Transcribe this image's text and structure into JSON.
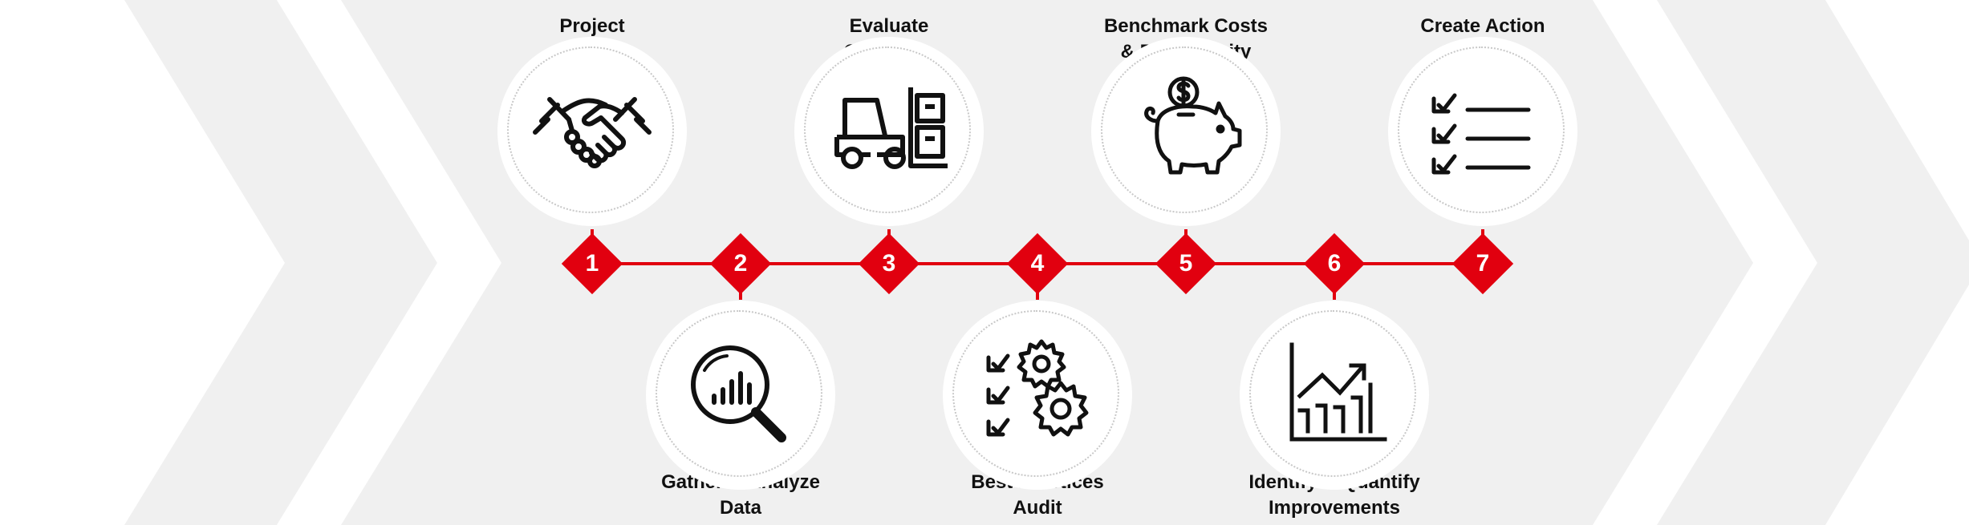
{
  "colors": {
    "accent": "#e1000f",
    "chevron": "#f0f0f0",
    "text": "#111111"
  },
  "steps": [
    {
      "number": "1",
      "title_lines": [
        "Project",
        "Kickoff"
      ],
      "icon": "handshake-icon"
    },
    {
      "number": "2",
      "title_lines": [
        "Gather & Analyze",
        "Data"
      ],
      "icon": "magnifier-chart-icon"
    },
    {
      "number": "3",
      "title_lines": [
        "Evaluate",
        "Operation"
      ],
      "icon": "forklift-icon"
    },
    {
      "number": "4",
      "title_lines": [
        "Best Practices",
        "Audit"
      ],
      "icon": "checklist-gears-icon"
    },
    {
      "number": "5",
      "title_lines": [
        "Benchmark Costs",
        "& Productivity"
      ],
      "icon": "piggy-bank-icon"
    },
    {
      "number": "6",
      "title_lines": [
        "Identify & Quantify",
        "Improvements"
      ],
      "icon": "growth-chart-icon"
    },
    {
      "number": "7",
      "title_lines": [
        "Create Action",
        "Plan"
      ],
      "icon": "checklist-icon"
    }
  ]
}
